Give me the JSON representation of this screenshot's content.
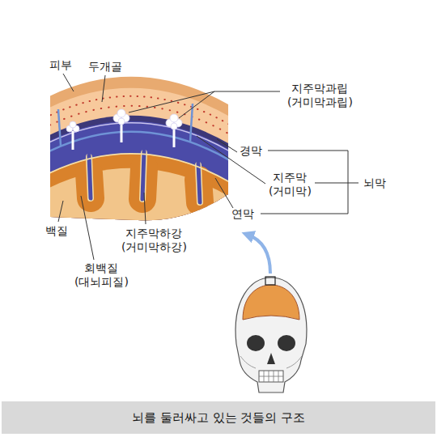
{
  "diagram": {
    "caption": "뇌를 둘러싸고 있는 것들의 구조",
    "labels": [
      "피부",
      "두개골",
      "지주막과립 (거미막과립)",
      "경막",
      "지주막 (거미막)",
      "뇌막",
      "연막",
      "백질",
      "지주막하강 (거미막하강)",
      "회백질 (대뇌피질)"
    ]
  }
}
